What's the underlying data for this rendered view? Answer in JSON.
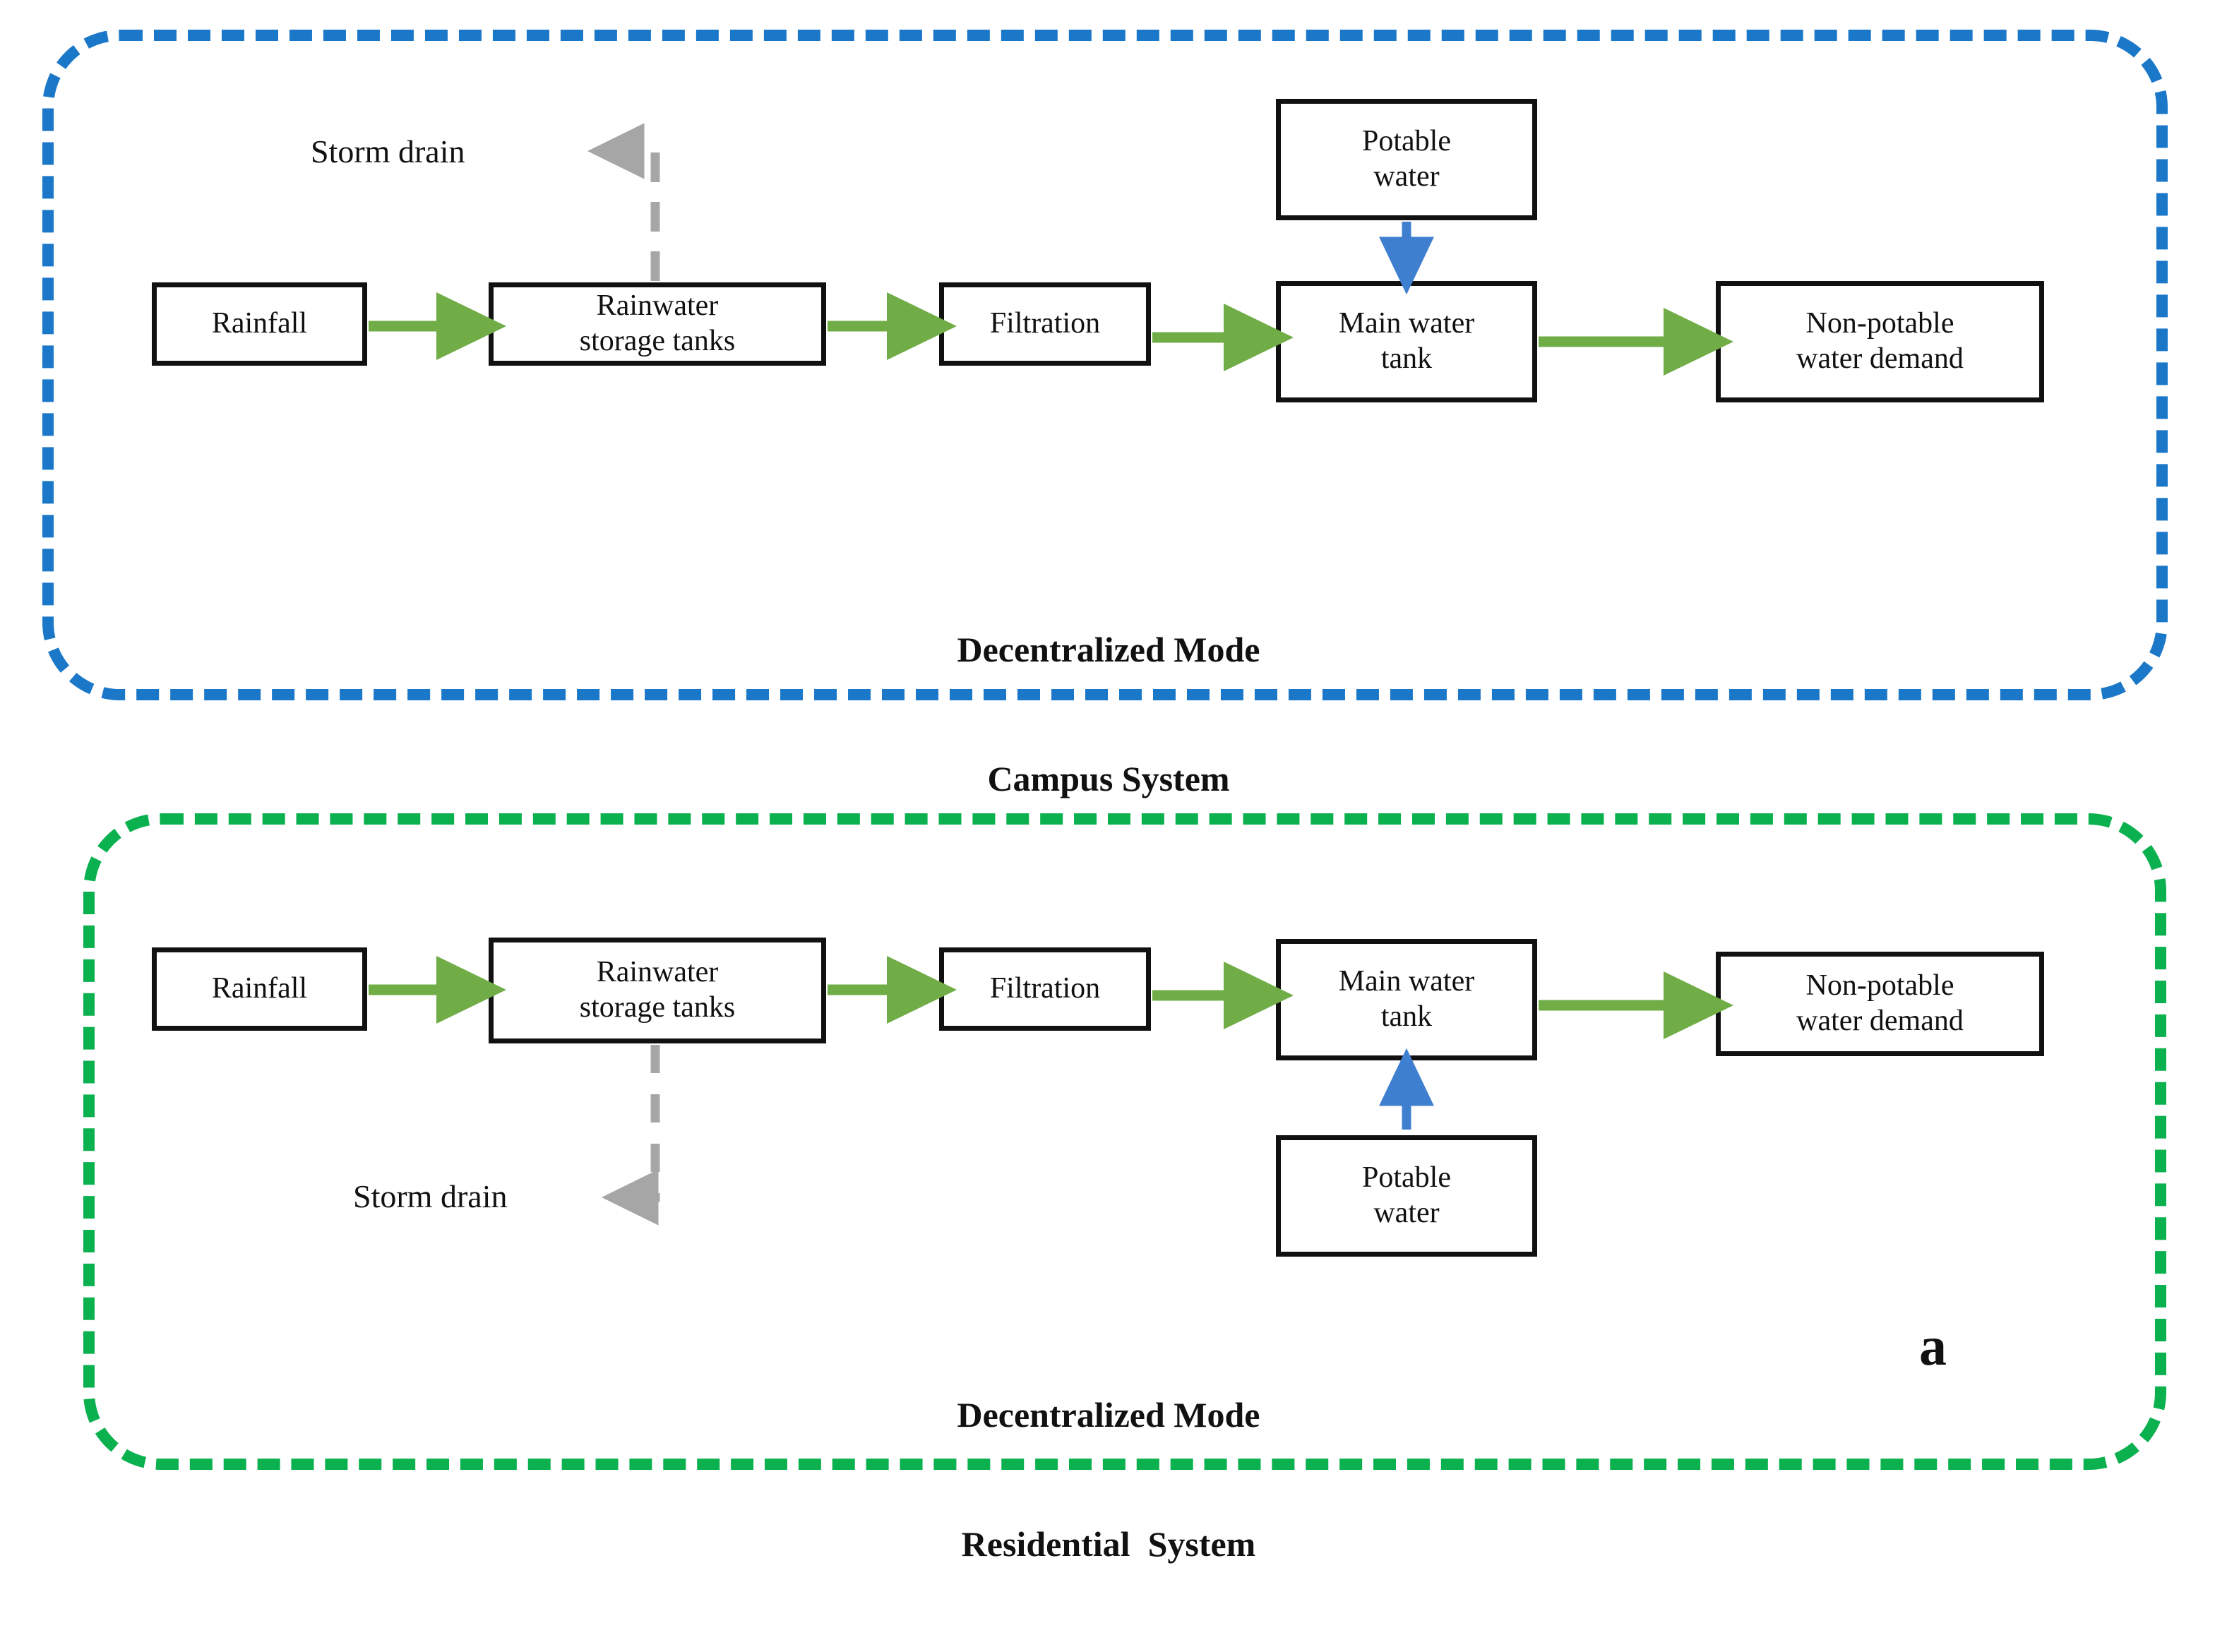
{
  "figure": {
    "letter_label": "a",
    "colors": {
      "campus_panel_border": "#1b77c8",
      "residential_panel_border": "#0bb04f",
      "flow_arrow_green": "#70ad47",
      "potable_arrow_blue": "#3f7fd0",
      "overflow_arrow_gray": "#a6a6a6",
      "box_border": "#111111",
      "text": "#111111"
    }
  },
  "panels": [
    {
      "id": "campus",
      "caption_line1": "Decentralized Mode",
      "caption_line2": "Campus System",
      "nodes": {
        "rainfall": "Rainfall",
        "storage": "Rainwater\nstorage tanks",
        "filtration": "Filtration",
        "main_tank": "Main water\ntank",
        "demand": "Non-potable\nwater demand",
        "potable": "Potable\nwater"
      },
      "labels": {
        "storm_drain": "Storm drain"
      },
      "flows": [
        {
          "from": "rainfall",
          "to": "storage",
          "type": "green-right"
        },
        {
          "from": "storage",
          "to": "filtration",
          "type": "green-right"
        },
        {
          "from": "filtration",
          "to": "main_tank",
          "type": "green-right"
        },
        {
          "from": "main_tank",
          "to": "demand",
          "type": "green-right"
        },
        {
          "from": "potable",
          "to": "main_tank",
          "type": "blue-down"
        },
        {
          "from": "storage",
          "to": "storm_drain",
          "type": "gray-dashed-up-left"
        }
      ]
    },
    {
      "id": "residential",
      "caption_line1": "Decentralized Mode",
      "caption_line2": "Residential  System",
      "nodes": {
        "rainfall": "Rainfall",
        "storage": "Rainwater\nstorage tanks",
        "filtration": "Filtration",
        "main_tank": "Main water\ntank",
        "demand": "Non-potable\nwater demand",
        "potable": "Potable\nwater"
      },
      "labels": {
        "storm_drain": "Storm drain"
      },
      "flows": [
        {
          "from": "rainfall",
          "to": "storage",
          "type": "green-right"
        },
        {
          "from": "storage",
          "to": "filtration",
          "type": "green-right"
        },
        {
          "from": "filtration",
          "to": "main_tank",
          "type": "green-right"
        },
        {
          "from": "main_tank",
          "to": "demand",
          "type": "green-right"
        },
        {
          "from": "potable",
          "to": "main_tank",
          "type": "blue-up"
        },
        {
          "from": "storage",
          "to": "storm_drain",
          "type": "gray-dashed-down-left"
        }
      ]
    }
  ]
}
